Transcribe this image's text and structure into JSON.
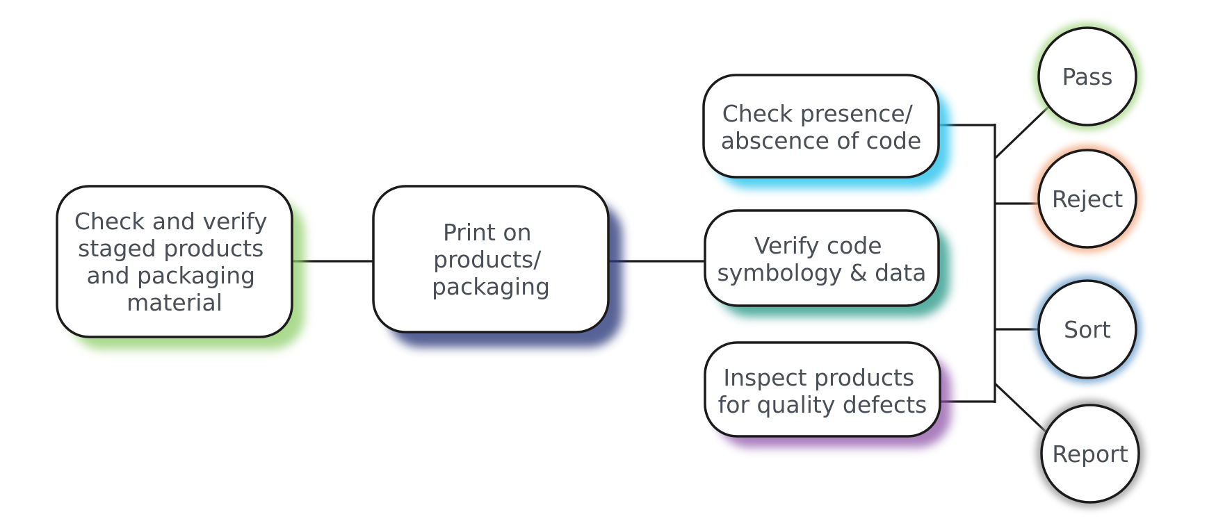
{
  "title": "Coding and marking inspection workflow",
  "steps": [
    {
      "id": "stage-check",
      "lines": [
        "Check and verify",
        "staged products",
        "and packaging",
        "material"
      ],
      "accent": "#8fcf6a"
    },
    {
      "id": "print",
      "lines": [
        "Print on",
        "products/",
        "packaging"
      ],
      "accent": "#2f3b7c"
    },
    {
      "id": "presence-check",
      "lines": [
        "Check presence/",
        "abscence of code"
      ],
      "accent": "#35c6ee"
    },
    {
      "id": "verify-code",
      "lines": [
        "Verify code",
        "symbology & data"
      ],
      "accent": "#2e9b8c"
    },
    {
      "id": "inspect-quality",
      "lines": [
        "Inspect products",
        "for quality defects"
      ],
      "accent": "#8e55a8"
    }
  ],
  "outcomes": [
    {
      "id": "pass",
      "label": "Pass",
      "accent": "#a8d88a"
    },
    {
      "id": "reject",
      "label": "Reject",
      "accent": "#f2a981"
    },
    {
      "id": "sort",
      "label": "Sort",
      "accent": "#6fa3cf"
    },
    {
      "id": "report",
      "label": "Report",
      "accent": "#9a9a9a"
    }
  ]
}
